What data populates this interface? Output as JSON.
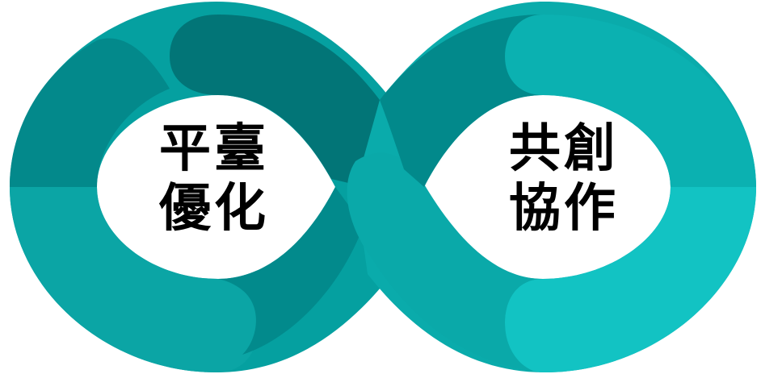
{
  "diagram": {
    "left_loop": {
      "line1": "平臺",
      "line2": "優化"
    },
    "right_loop": {
      "line1": "共創",
      "line2": "協作"
    }
  },
  "colors": {
    "teal_dark": "#027577",
    "teal_mid": "#02888a",
    "teal_bright": "#0aaeae",
    "teal_light": "#10c4c4",
    "teal_base": "#05a0a0",
    "text": "#000000",
    "background": "#ffffff"
  }
}
